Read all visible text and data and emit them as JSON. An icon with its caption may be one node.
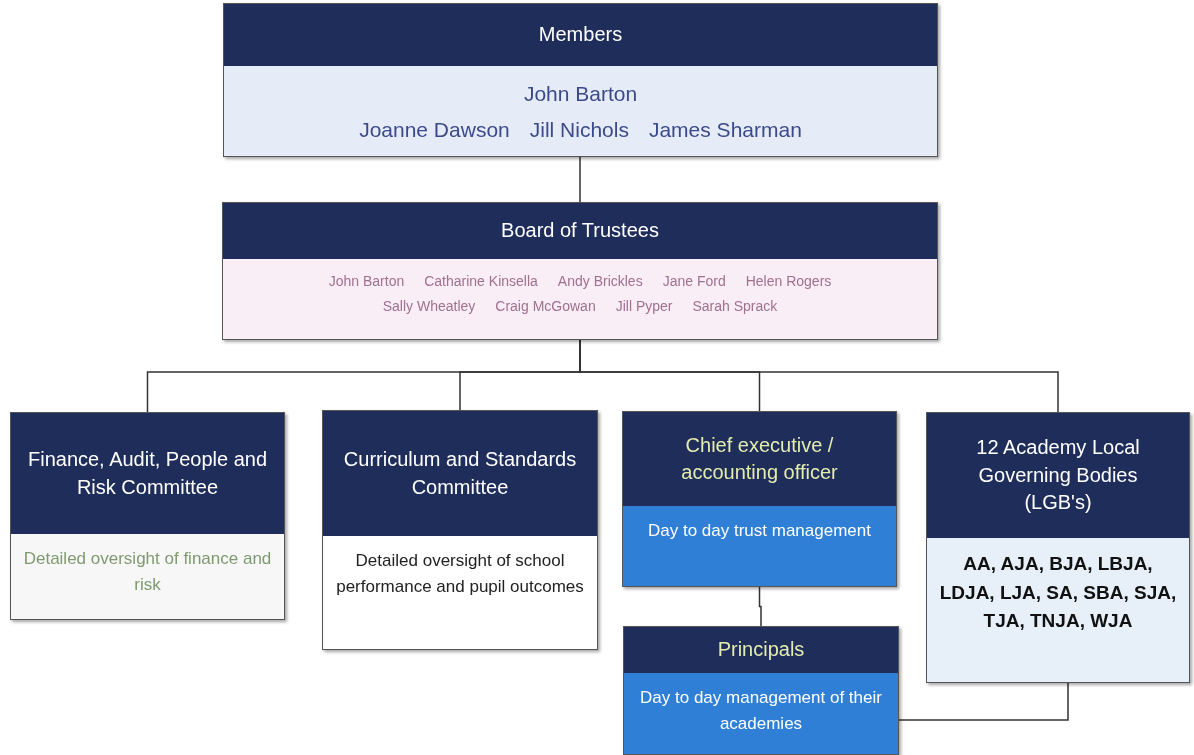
{
  "diagram": {
    "nodes": [
      {
        "text": [
          "Members",
          "John Barton",
          "Joanne Dawson",
          "Jill Nichols",
          "James Sharman"
        ]
      },
      {
        "text": [
          "Board of Trustees",
          "John Barton",
          "Catharine Kinsella",
          "Andy Brickles",
          "Jane Ford",
          "Helen Rogers",
          "Sally Wheatley",
          "Craig McGowan",
          "Jill Pyper",
          "Sarah Sprack"
        ]
      },
      {
        "text": [
          "Finance, Audit, People and Risk Committee",
          "Detailed oversight of finance and risk"
        ]
      },
      {
        "text": [
          "Curriculum and Standards Committee",
          "Detailed oversight of school performance and pupil outcomes"
        ]
      },
      {
        "text": [
          "Chief executive / accounting officer",
          "Day to day trust management"
        ]
      },
      {
        "text": [
          "12 Academy Local Governing Bodies (LGB's)",
          "AA, AJA, BJA, LBJA, LDJA, LJA, SA, SBA, SJA, TJA, TNJA, WJA"
        ]
      },
      {
        "text": [
          "Principals",
          "Day to day management of their academies"
        ]
      }
    ],
    "edges": [
      {
        "from": 0,
        "to": 1,
        "arrow": "none"
      },
      {
        "from": 1,
        "to": 2,
        "arrow": "none"
      },
      {
        "from": 1,
        "to": 3,
        "arrow": "none"
      },
      {
        "from": 1,
        "to": 4,
        "arrow": "none"
      },
      {
        "from": 1,
        "to": 5,
        "arrow": "none"
      },
      {
        "from": 4,
        "to": 6,
        "arrow": "none"
      },
      {
        "from": 6,
        "to": 5,
        "arrow": "none"
      }
    ]
  }
}
